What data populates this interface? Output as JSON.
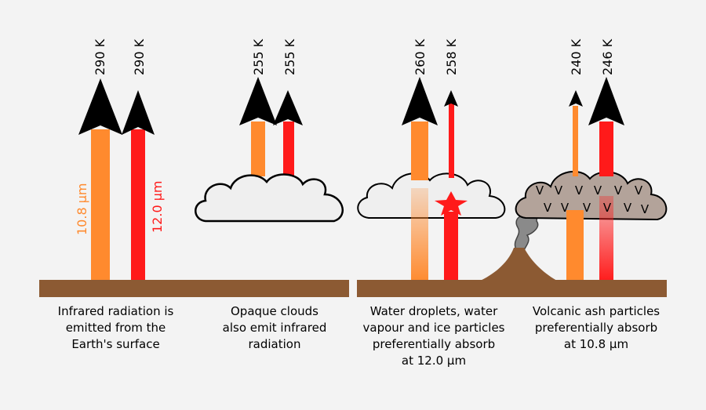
{
  "panels": [
    {
      "temp_108": "290 K",
      "temp_120": "290 K",
      "label_108": "10.8 µm",
      "label_120": "12.0 µm",
      "caption": [
        "Infrared radiation is",
        "emitted from the",
        "Earth's surface"
      ]
    },
    {
      "temp_108": "255 K",
      "temp_120": "255 K",
      "caption": [
        "Opaque clouds",
        "also emit infrared",
        "radiation"
      ]
    },
    {
      "temp_108": "260 K",
      "temp_120": "258 K",
      "caption": [
        "Water droplets, water",
        "vapour and ice particles",
        "preferentially absorb",
        "at 12.0 µm"
      ]
    },
    {
      "temp_108": "240 K",
      "temp_120": "246 K",
      "ash_symbol": "V",
      "caption": [
        "Volcanic ash particles",
        "preferentially absorb",
        "at 10.8 µm"
      ]
    }
  ],
  "colors": {
    "band_108": "#ff8a2e",
    "band_120": "#ff1a1a",
    "ground": "#8c5a33",
    "ash_cloud": "#b3a39a",
    "water_cloud": "#efefef",
    "arrow_head": "#000000",
    "background": "#f3f3f3"
  },
  "icons": [
    "arrow-up-icon",
    "cloud-icon",
    "volcano-icon",
    "star-icon"
  ]
}
